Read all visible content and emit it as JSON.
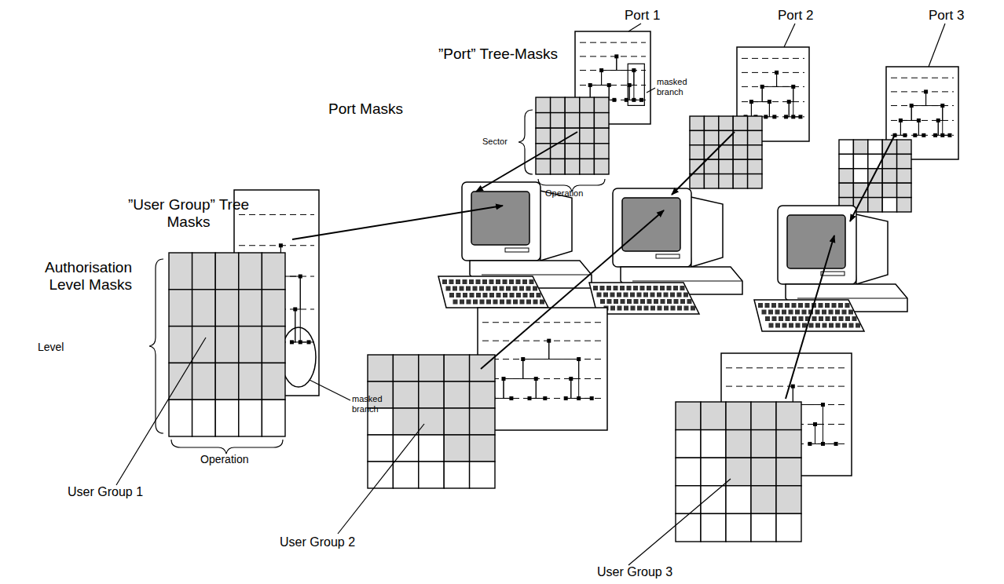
{
  "diagram": {
    "labels": [
      "Port 1",
      "Port 2",
      "Port 3",
      "”Port” Tree-Masks",
      "masked branch",
      "Port Masks",
      "Sector",
      "Operation",
      "”User Group” Tree Masks",
      "Authorisation Level Masks",
      "Level",
      "masked branch",
      "Operation",
      "User Group 1",
      "User Group 2",
      "User Group 3"
    ]
  }
}
